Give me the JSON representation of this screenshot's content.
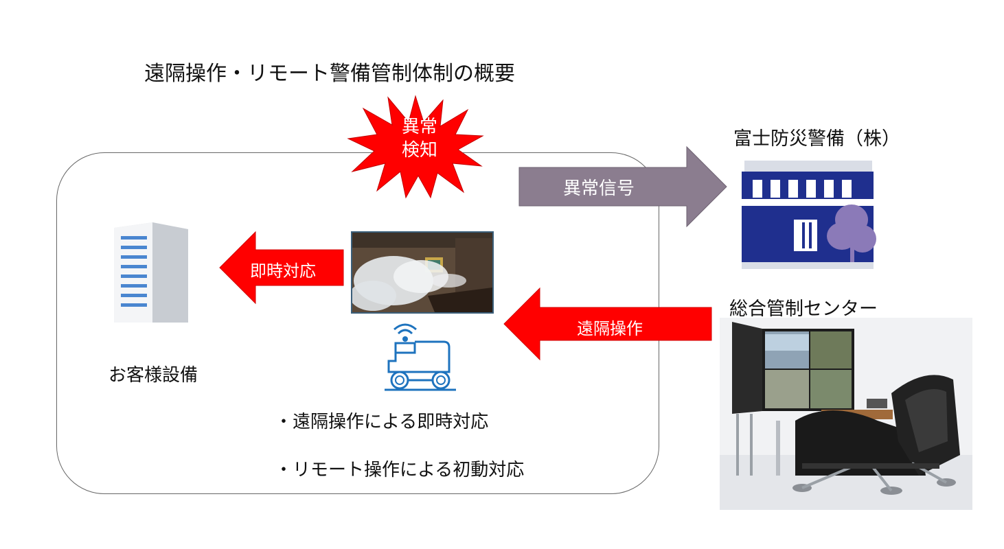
{
  "title": "遠隔操作・リモート警備管制体制の概要",
  "burst": {
    "line1": "異常",
    "line2": "検知"
  },
  "company": "富士防災警備（株）",
  "center_name": "総合管制センター",
  "customer_label": "お客様設備",
  "arrows": {
    "signal": "異常信号",
    "immediate": "即時対応",
    "remote": "遠隔操作"
  },
  "bullets": [
    "・遠隔操作による即時対応",
    "・リモート操作による初動対応"
  ],
  "colors": {
    "red": "#ff0000",
    "signal_arrow": "#8b7d8f",
    "building_blue": "#1f2f8e",
    "tree": "#8b7ab8"
  }
}
